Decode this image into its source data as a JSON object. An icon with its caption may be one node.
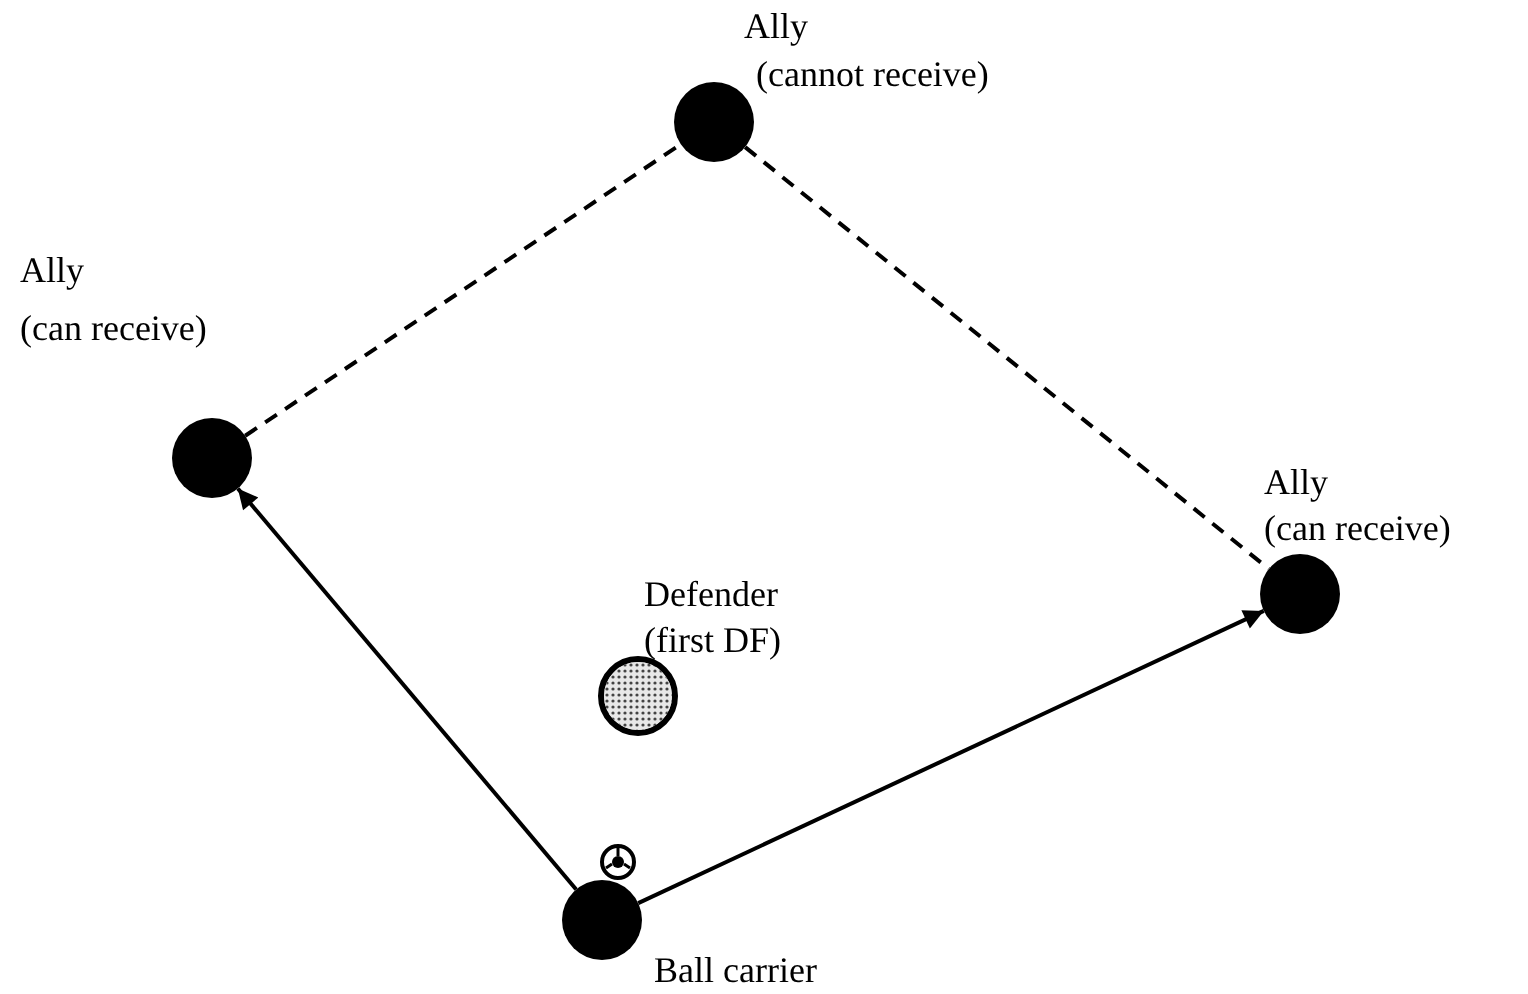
{
  "diagram": {
    "nodes": [
      {
        "text": [],
        "shape": "circle",
        "beside": [
          "Ally",
          "(cannot receive)"
        ]
      },
      {
        "text": [],
        "shape": "circle",
        "beside": [
          "Ally",
          "(can receive)"
        ]
      },
      {
        "text": [],
        "shape": "circle",
        "beside": [
          "Ally",
          "(can receive)"
        ]
      },
      {
        "text": [],
        "shape": "circle",
        "beside": [
          "Defender",
          "(first DF)"
        ]
      },
      {
        "text": [],
        "shape": "circle",
        "beside": [
          "Ball carrier"
        ]
      }
    ],
    "edges": [
      {
        "from": 1,
        "to": 0,
        "arrow": "none",
        "style": "dashed"
      },
      {
        "from": 0,
        "to": 2,
        "arrow": "none",
        "style": "dashed"
      },
      {
        "from": 4,
        "to": 1,
        "arrow": "to"
      },
      {
        "from": 4,
        "to": 2,
        "arrow": "to"
      }
    ]
  }
}
